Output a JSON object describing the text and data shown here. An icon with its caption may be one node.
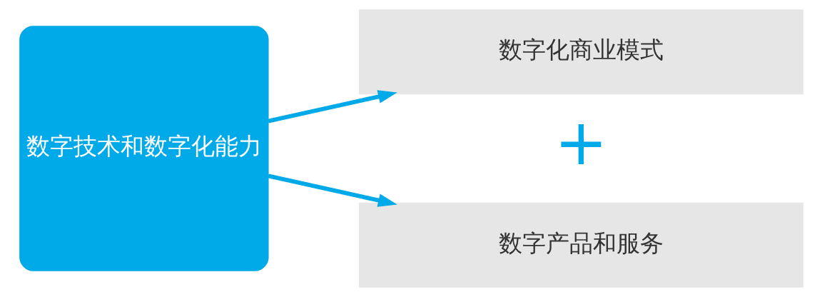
{
  "diagram": {
    "nodes": [
      {
        "text": [
          "数字技术和数字化能力"
        ]
      },
      {
        "text": [
          "数字化商业模式"
        ]
      },
      {
        "text": [
          "数字产品和服务"
        ]
      }
    ],
    "edges": [
      {
        "from": 0,
        "to": 1,
        "arrow": "to"
      },
      {
        "from": 0,
        "to": 2,
        "arrow": "to"
      }
    ],
    "labels": [
      "+"
    ]
  }
}
